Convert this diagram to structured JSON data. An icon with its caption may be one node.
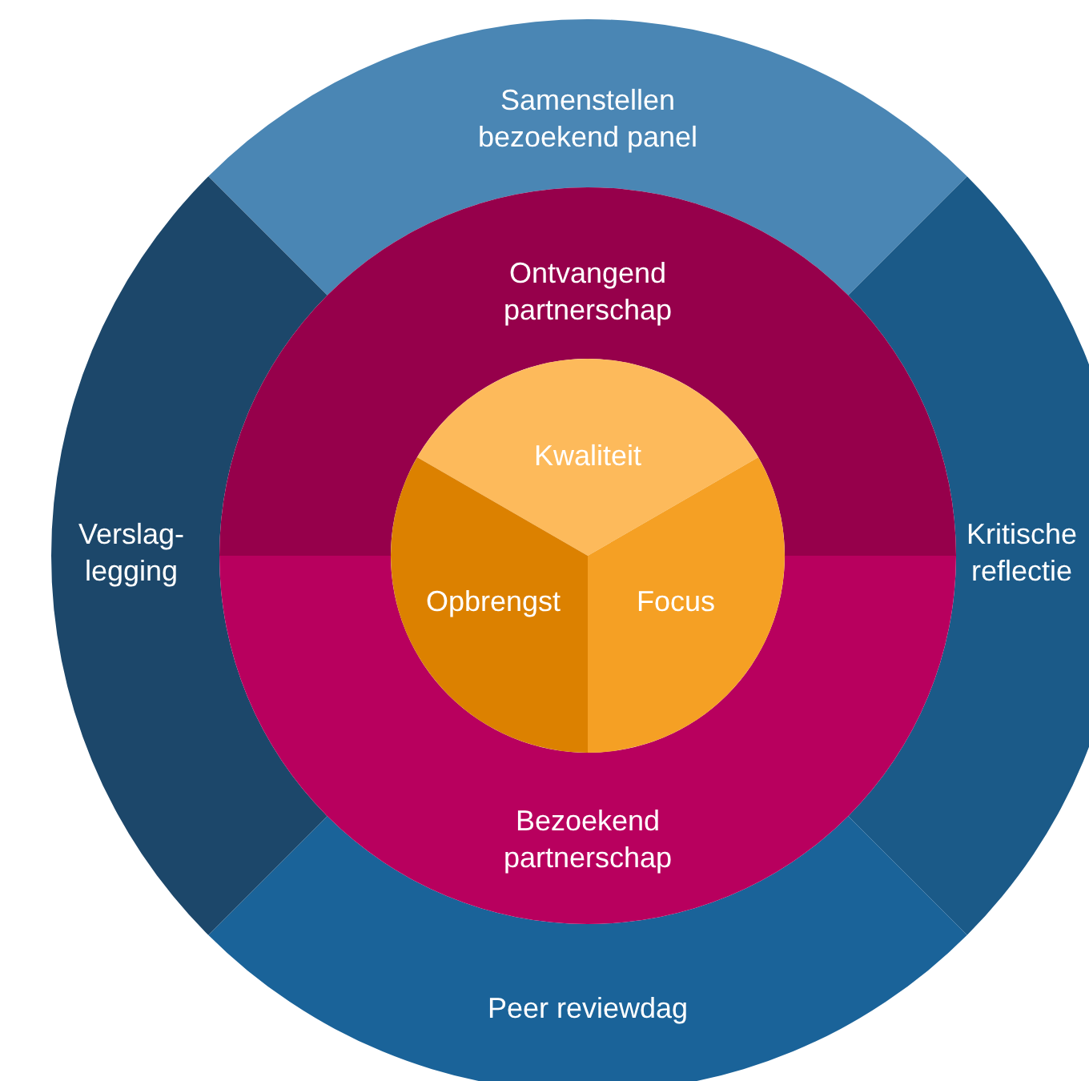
{
  "diagram": {
    "nodes": [
      {
        "text": [
          "Samenstellen bezoekend panel"
        ]
      },
      {
        "text": [
          "Kritische reflectie"
        ]
      },
      {
        "text": [
          "Peer reviewdag"
        ]
      },
      {
        "text": [
          "Verslag- legging"
        ]
      },
      {
        "text": [
          "Ontvangend partnerschap"
        ]
      },
      {
        "text": [
          "Bezoekend partnerschap"
        ]
      },
      {
        "text": [
          "Kwaliteit"
        ]
      },
      {
        "text": [
          "Focus"
        ]
      },
      {
        "text": [
          "Opbrengst"
        ]
      }
    ]
  }
}
